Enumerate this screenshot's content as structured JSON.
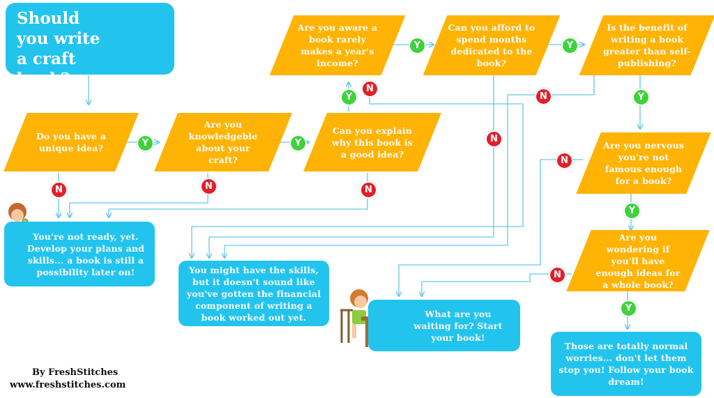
{
  "title": "Should you write a craft book?",
  "colors": {
    "decision": "#ffb305",
    "outcome": "#22c4ee",
    "yes": "#3fd23c",
    "no": "#e0202a",
    "arrow": "#63c6ee"
  },
  "badges": {
    "yes": "Y",
    "no": "N"
  },
  "questions": {
    "unique_idea": "Do you have a unique idea?",
    "knowledgeable": "Are you knowledgeble about your craft?",
    "explain": "Can you explain why this book is a good idea?",
    "aware": "Are you aware a book rarely makes a year's income?",
    "afford": "Can you afford to spend months dedicated to the book?",
    "benefit": "Is the benefit of writing a book greater than self-publishing?",
    "nervous": "Are you nervous you're not famous enough for a book?",
    "wondering": "Are you wondering if you'll have enough ideas for a whole book?"
  },
  "outcomes": {
    "not_ready": "You're not ready, yet. Develop your plans and skills... a book is still a possibility later on!",
    "financial": "You might have the skills, but it doesn't sound like you've gotten the financial component of writing a book worked out yet.",
    "waiting": "What are you waiting for? Start your book!",
    "normal": "Those are totally normal worries... don't let them stop you! Follow your book dream!"
  },
  "credit": {
    "by": "By FreshStitches",
    "url": "www.freshstitches.com"
  }
}
